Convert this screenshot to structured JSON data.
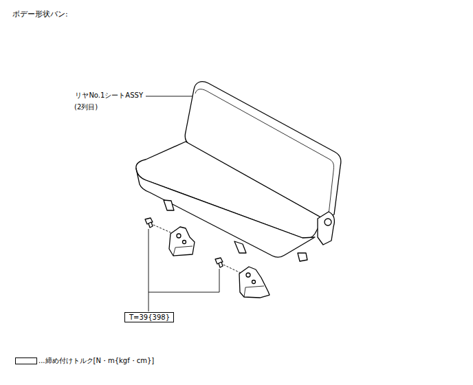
{
  "diagram": {
    "title": "ボデー形状バン:",
    "nodes": [
      {
        "text": [
          "T=39{398}"
        ]
      }
    ],
    "labels": [
      "リヤNo.1シートASSY",
      "(2列目)"
    ],
    "legend": [
      {
        "text": "...締め付けトルク[N・m{kgf・cm}]"
      }
    ]
  }
}
